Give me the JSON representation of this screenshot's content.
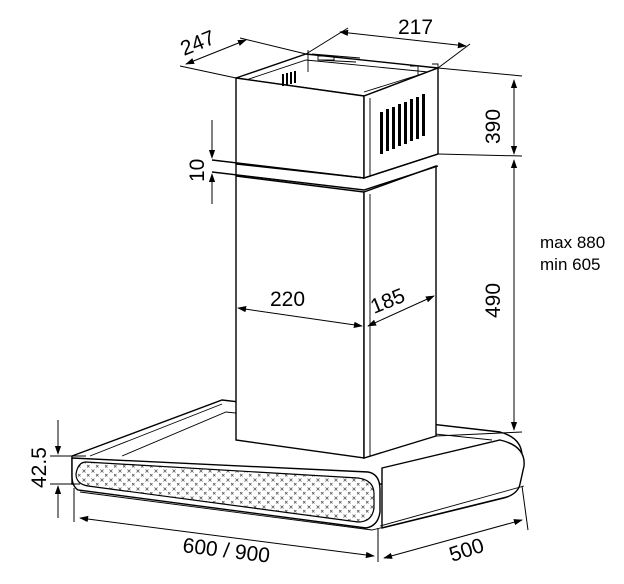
{
  "dimensions": {
    "chimney_depth": "247",
    "chimney_width": "217",
    "upper_chimney_height": "390",
    "overlap": "10",
    "chimney_lower_width": "220",
    "chimney_lower_depth": "185",
    "lower_chimney_height": "490",
    "canopy_height": "42.5",
    "canopy_width": "600 / 900",
    "canopy_depth": "500"
  },
  "height_note": {
    "max": "max 880",
    "min": "min 605"
  }
}
